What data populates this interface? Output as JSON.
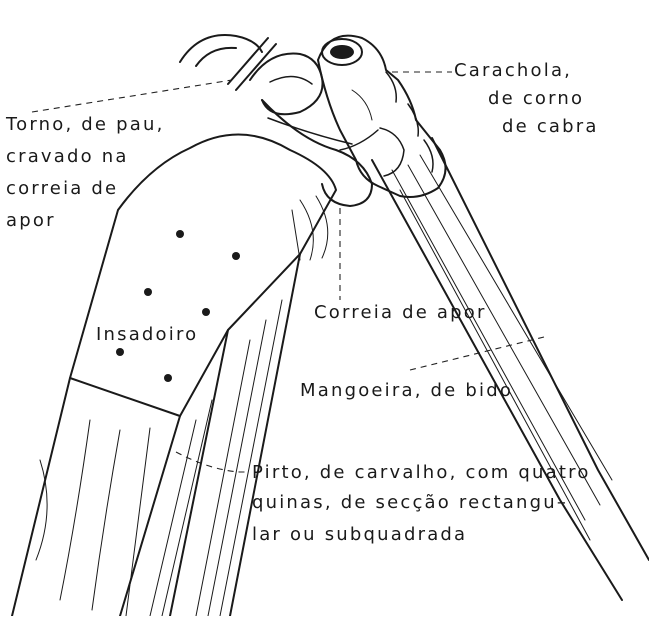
{
  "labels": {
    "carachola": [
      "Carachola,",
      "de corno",
      "de cabra"
    ],
    "torno": [
      "Torno, de pau,",
      "cravado na",
      "correia de",
      "apor"
    ],
    "correia": "Correia de apor",
    "insadoiro": "Insadoiro",
    "mangoeira": "Mangoeira, de bido",
    "pirto": [
      "Pirto, de carvalho, com quatro",
      "quinas, de secção rectangu–",
      "lar ou subquadrada"
    ]
  },
  "colors": {
    "ink": "#1a1a1a",
    "paper": "#ffffff"
  }
}
